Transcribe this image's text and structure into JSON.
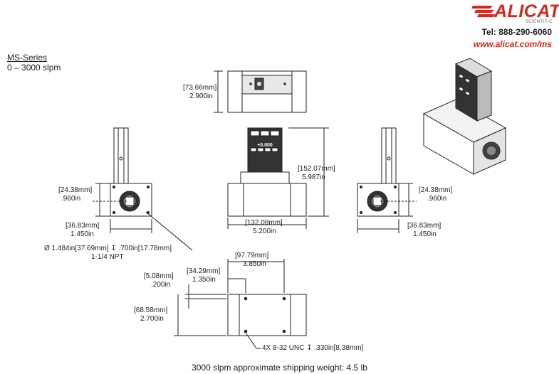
{
  "header": {
    "brand": "ALICAT",
    "brand_sub": "SCIENTIFIC",
    "tel": "Tel: 888-290-6060",
    "website": "www.alicat.com/ms",
    "brand_color": "#d9261c"
  },
  "product": {
    "series": "MS-Series",
    "range": "0 – 3000 slpm"
  },
  "dimensions": {
    "top_height_mm": "[73.66mm]",
    "top_height_in": "2.900in",
    "left_upper_mm": "[24.38mm]",
    "left_upper_in": ".960in",
    "left_lower_mm": "[36.83mm]",
    "left_lower_in": "1.450in",
    "front_height_mm": "[152.07mm]",
    "front_height_in": "5.987in",
    "front_width_mm": "[132.08mm]",
    "front_width_in": "5.200in",
    "right_upper_mm": "[24.38mm]",
    "right_upper_in": ".960in",
    "right_lower_mm": "[36.83mm]",
    "right_lower_in": "1.450in",
    "port_spec": "Ø 1.484in[37.69mm]  ↧ .700in[17.78mm]",
    "port_thread": "1-1/4 NPT",
    "bottom_span_mm": "[97.79mm]",
    "bottom_span_in": "3.850in",
    "bottom_offset_mm": "[34.29mm]",
    "bottom_offset_in": "1.350in",
    "bottom_small_mm": "[5.08mm]",
    "bottom_small_in": ".200in",
    "bottom_height_mm": "[68.58mm]",
    "bottom_height_in": "2.700in",
    "mount_holes": "4X 8-32 UNC  ↧ .330in[8.38mm]"
  },
  "display": {
    "readout": "+0.000"
  },
  "footer": {
    "weight_note": "3000 slpm approximate shipping weight: 4.5 lb"
  }
}
